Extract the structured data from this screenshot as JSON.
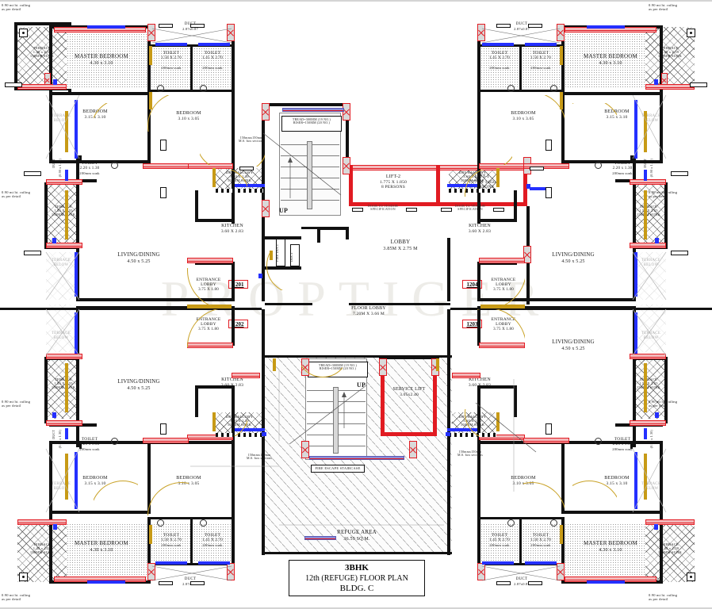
{
  "drawing": {
    "watermark": "PROPTIGER",
    "title_block": {
      "line1": "3BHK",
      "line2": "12th (REFUGE) FLOOR PLAN",
      "line3": "BLDG. C"
    }
  },
  "notes": {
    "railing": "0.90 mt ht. railing\nas per detail",
    "ms_box": "150mmx150mm\nM.S. box sections",
    "stair_note": "TREAD=300MM (19 NO.)\nRISER=150MM (20 NO.)",
    "up": "UP",
    "fire_escape": "FIRE ESCAPE STAIRCASE",
    "lift_door": "DOOR TO VENDOR\nSPECIFICATION"
  },
  "core": {
    "lift2": {
      "name": "LIFT-2",
      "size": "1.775 X 1.850",
      "capacity": "8 PERSONS"
    },
    "lift1": {
      "name": "LIFT-1",
      "size": "1.775 X 1.850",
      "capacity": "8 PERSONS"
    },
    "lobby": {
      "name": "LOBBY",
      "size": "3.85M X 2.75 M"
    },
    "floor_lobby": {
      "name": "FLOOR LOBBY",
      "size": "7.20M X 3.66 M"
    },
    "service_lift": {
      "name": "SERVICE LIFT",
      "size": "3.05x2.40"
    },
    "refuge": {
      "name": "REFUGE AREA",
      "size": "36.59 SQ.M."
    },
    "fire_duct": {
      "name": "FIRE DUCT"
    },
    "duct_small": {
      "name": "DUCT"
    }
  },
  "flats": {
    "f1201": {
      "number": "1201"
    },
    "f1202": {
      "number": "1202"
    },
    "f1203": {
      "number": "1203"
    },
    "f1204": {
      "number": "1204"
    }
  },
  "rooms": {
    "master_bedroom": {
      "name": "MASTER  BEDROOM",
      "size": "4.30 x 3.10"
    },
    "bedroom_b": {
      "name": "BEDROOM",
      "size": "3.15 x 3.10"
    },
    "bedroom_c": {
      "name": "BEDROOM",
      "size": "3.10 x 3.05"
    },
    "toilet_150": {
      "name": "TOILET",
      "size": "1.50 X 2.70",
      "sunk": "200mm sunk"
    },
    "toilet_145": {
      "name": "TOILET",
      "size": "1.45 X 2.70",
      "sunk": "200mm sunk"
    },
    "toilet_220": {
      "name": "TOILET",
      "size": "2.20 x 1.30",
      "sunk": "200mm sunk"
    },
    "living_dining": {
      "name": "LIVING/DINING",
      "size": "4.50 x 5.25"
    },
    "kitchen": {
      "name": "KITCHEN",
      "size": "3.60 X 2.83"
    },
    "dry_balcony": {
      "name": "DRY BALCONY",
      "size": "3.60 X 1.20",
      "sunk": "150MM SUNK"
    },
    "entrance_lobby": {
      "name": "ENTRANCE\nLOBBY",
      "size": "3.75 X 1.80"
    },
    "terrace_small": {
      "name": "TERRACE",
      "size": "1.48 x 2.59",
      "sunk": "150MM SUNK"
    },
    "terrace_mid": {
      "name": "TERRACE",
      "size": "1.53 X 2.55",
      "sunk": "150MM SUNK"
    },
    "terrace_below": {
      "name": "TERRACE\nBELOW"
    },
    "duct_big": {
      "name": "DUCT",
      "size": "2.87x0.87"
    },
    "duct_toilet": {
      "name": "DUCT",
      "size": "(0.90 x 1.30)"
    }
  }
}
